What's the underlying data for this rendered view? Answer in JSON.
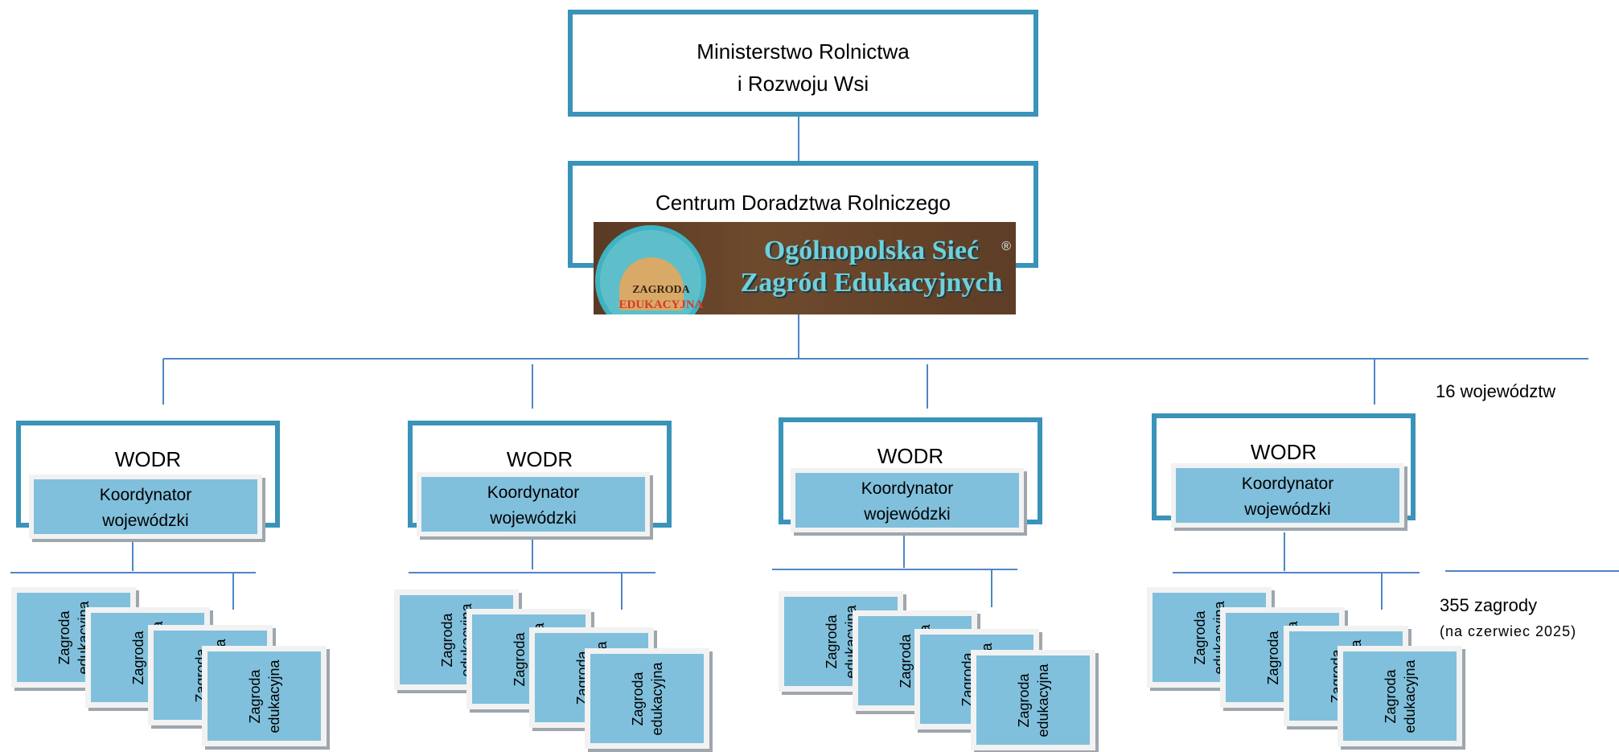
{
  "ministry": {
    "line1": "Ministerstwo Rolnictwa",
    "line2": "i Rozwoju Wsi"
  },
  "center": {
    "title": "Centrum Doradztwa Rolniczego"
  },
  "logo": {
    "line1": "Ogólnopolska Sieć",
    "line2": "Zagród Edukacyjnych",
    "reg_mark": "®",
    "emblem_line1": "ZAGRODA",
    "emblem_line2": "EDUKACYJNA"
  },
  "wodr_units": [
    {
      "label": "WODR",
      "coordinator_line1": "Koordynator",
      "coordinator_line2": "wojewódzki"
    },
    {
      "label": "WODR",
      "coordinator_line1": "Koordynator",
      "coordinator_line2": "wojewódzki"
    },
    {
      "label": "WODR",
      "coordinator_line1": "Koordynator",
      "coordinator_line2": "wojewódzki"
    },
    {
      "label": "WODR",
      "coordinator_line1": "Koordynator",
      "coordinator_line2": "wojewódzki"
    }
  ],
  "farm_card": {
    "line1": "Zagroda",
    "line2": "edukacyjna"
  },
  "notes": {
    "voivodeships": "16 województw",
    "farms": "355 zagrody",
    "as_of": "(na czerwiec 2025)"
  },
  "colors": {
    "box_border": "#3a93b8",
    "card_fill": "#80c0dc",
    "connector": "#4f86c6"
  }
}
